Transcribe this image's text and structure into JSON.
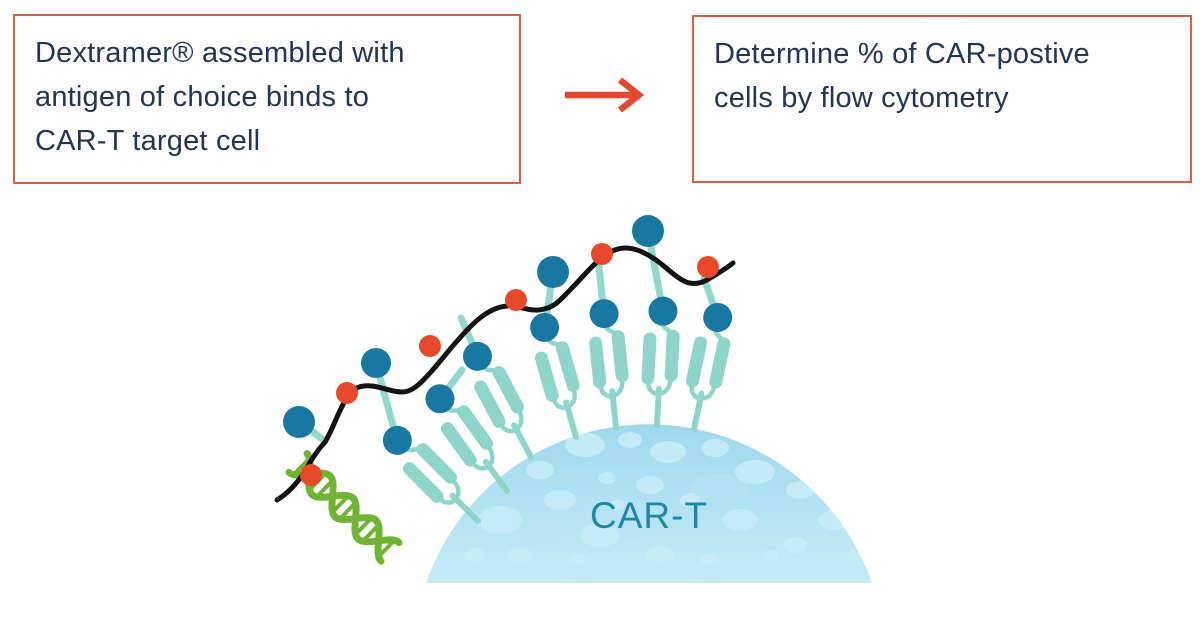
{
  "step_boxes": {
    "box1": {
      "lines": [
        "Dextramer® assembled with",
        "antigen of choice binds to",
        "CAR-T target cell"
      ]
    },
    "box2": {
      "lines": [
        "Determine % of CAR-postive",
        "cells by flow cytometry"
      ]
    }
  },
  "illustration": {
    "cell_label": "CAR-T"
  },
  "colors": {
    "box_border": "#DB5E3E",
    "box_text": "#223457",
    "arrow": "#E2492E",
    "antigen_blue": "#1878A2",
    "receptor_teal": "#8ED4C9",
    "fluorophore_red": "#E8492B",
    "backbone_black": "#131313",
    "dna_green": "#6FB433",
    "cell_blue_top": "#9ED8ED",
    "cell_blue_bottom": "#C6EBF7",
    "cell_label_teal": "#1E87A5"
  }
}
